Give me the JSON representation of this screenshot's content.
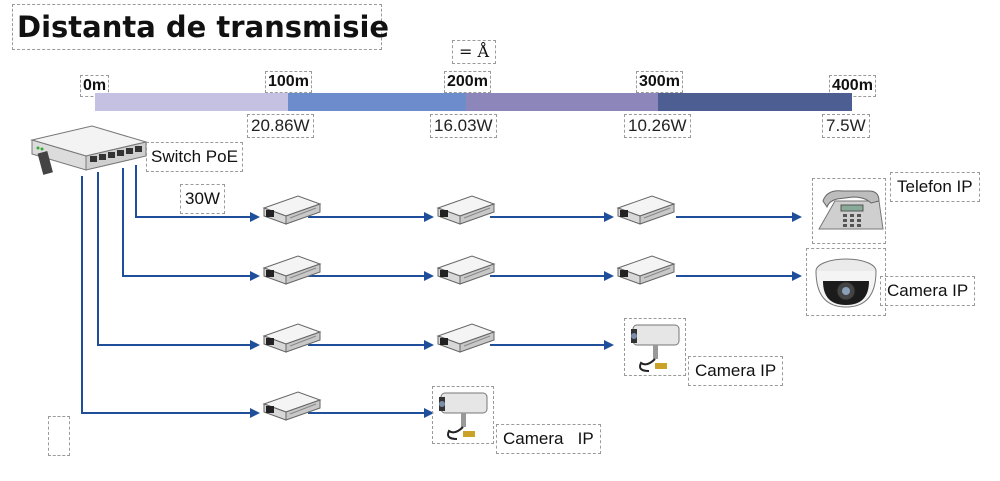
{
  "title": "Distanta de transmisie",
  "symbol": "= Å",
  "distances": [
    "0m",
    "100m",
    "200m",
    "300m",
    "400m"
  ],
  "powers": [
    "20.86W",
    "16.03W",
    "10.26W",
    "7.5W"
  ],
  "segment_colors": [
    "#c4c1e3",
    "#6c8ccb",
    "#8d86ba",
    "#4d5f92"
  ],
  "wire_color": "#1f4e9a",
  "switch_label": "Switch PoE",
  "input_power": "30W",
  "devices": [
    {
      "label": "Telefon IP",
      "icon": "ip-phone-icon"
    },
    {
      "label": "Camera IP",
      "icon": "dome-camera-icon"
    },
    {
      "label": "Camera IP",
      "icon": "bullet-camera-icon"
    },
    {
      "label": "Camera   IP",
      "icon": "bullet-camera-icon"
    }
  ]
}
